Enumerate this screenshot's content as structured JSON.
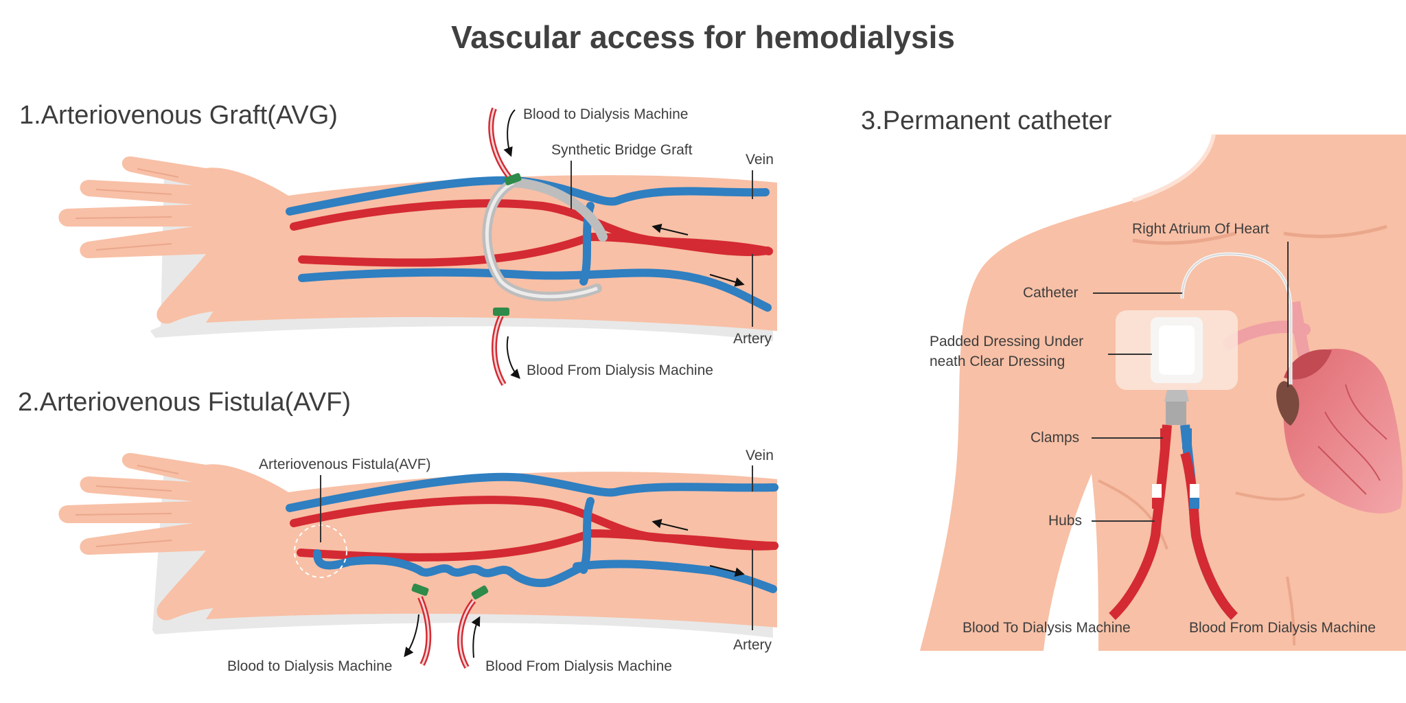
{
  "title": "Vascular access for hemodialysis",
  "colors": {
    "skin": "#f8c0a6",
    "skin_shadow": "#eaa78c",
    "artery": "#d42a33",
    "vein": "#2f7fc1",
    "graft": "#cfcfcf",
    "clamp": "#2e8b4a",
    "heart": "#e9848a",
    "tube": "#f2f2f2"
  },
  "avg": {
    "heading": "1.Arteriovenous Graft(AVG)",
    "labels": {
      "blood_to": "Blood to Dialysis Machine",
      "bridge_graft": "Synthetic Bridge Graft",
      "vein": "Vein",
      "artery": "Artery",
      "blood_from": "Blood From Dialysis Machine"
    }
  },
  "avf": {
    "heading": "2.Arteriovenous Fistula(AVF)",
    "labels": {
      "fistula": "Arteriovenous Fistula(AVF)",
      "vein": "Vein",
      "artery": "Artery",
      "blood_to": "Blood to Dialysis Machine",
      "blood_from": "Blood From Dialysis Machine"
    }
  },
  "catheter": {
    "heading": "3.Permanent catheter",
    "labels": {
      "right_atrium": "Right Atrium Of Heart",
      "catheter": "Catheter",
      "dressing_line1": "Padded Dressing Under",
      "dressing_line2": "neath Clear Dressing",
      "clamps": "Clamps",
      "hubs": "Hubs",
      "blood_to": "Blood To Dialysis Machine",
      "blood_from": "Blood From Dialysis Machine"
    }
  }
}
